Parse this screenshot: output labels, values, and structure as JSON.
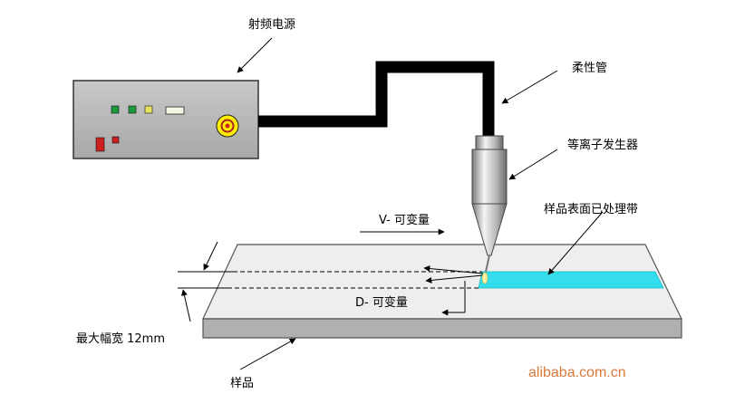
{
  "labels": {
    "rf_power": "射频电源",
    "flex_tube": "柔性管",
    "plasma_generator": "等离子发生器",
    "treated_band": "样品表面已处理带",
    "v_variable": "V- 可变量",
    "d_variable": "D- 可变量",
    "max_width": "最大幅宽 12mm",
    "sample": "样品"
  },
  "watermark": "alibaba.com.cn",
  "colors": {
    "treated_band": "#33ddee",
    "power_box": "#b8b8b8",
    "sample_top": "#eeeeee",
    "sample_side": "#b0b0b0",
    "cable": "#000000",
    "knob_outer": "#ffee00",
    "knob_inner": "#cc2222",
    "watermark": "#d9793a"
  }
}
